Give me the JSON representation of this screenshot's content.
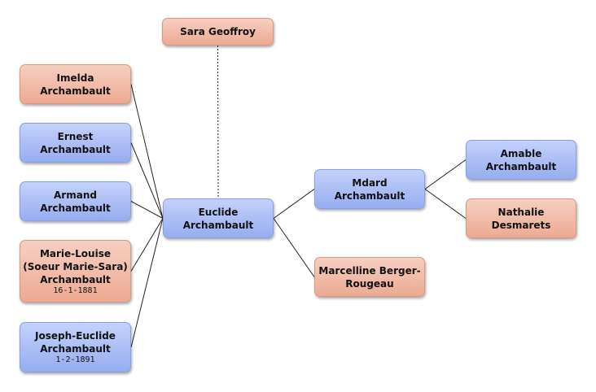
{
  "colors": {
    "female": "#ecaa92",
    "male": "#96adef",
    "line": "#222222"
  },
  "nodes": [
    {
      "id": "sara",
      "name": "Sara Geoffroy",
      "date": "",
      "gender": "female"
    },
    {
      "id": "imelda",
      "name": "Imelda\nArchambault",
      "date": "",
      "gender": "female"
    },
    {
      "id": "ernest",
      "name": "Ernest\nArchambault",
      "date": "",
      "gender": "male"
    },
    {
      "id": "armand",
      "name": "Armand\nArchambault",
      "date": "",
      "gender": "male"
    },
    {
      "id": "marie",
      "name": "Marie-Louise\n(Soeur Marie-Sara)\nArchambault",
      "date": "16-1-1881",
      "gender": "female"
    },
    {
      "id": "joseph",
      "name": "Joseph-Euclide\nArchambault",
      "date": "1-2-1891",
      "gender": "male"
    },
    {
      "id": "euclide",
      "name": "Euclide\nArchambault",
      "date": "",
      "gender": "male"
    },
    {
      "id": "mdard",
      "name": "Mdard\nArchambault",
      "date": "",
      "gender": "male"
    },
    {
      "id": "marcelline",
      "name": "Marcelline Berger-\nRougeau",
      "date": "",
      "gender": "female"
    },
    {
      "id": "amable",
      "name": "Amable\nArchambault",
      "date": "",
      "gender": "male"
    },
    {
      "id": "nathalie",
      "name": "Nathalie\nDesmarets",
      "date": "",
      "gender": "female"
    }
  ],
  "edges": [
    {
      "from": "sara",
      "to": "euclide",
      "style": "dotted"
    },
    {
      "from": "imelda",
      "to": "euclide",
      "style": "solid"
    },
    {
      "from": "ernest",
      "to": "euclide",
      "style": "solid"
    },
    {
      "from": "armand",
      "to": "euclide",
      "style": "solid"
    },
    {
      "from": "marie",
      "to": "euclide",
      "style": "solid"
    },
    {
      "from": "joseph",
      "to": "euclide",
      "style": "solid"
    },
    {
      "from": "euclide",
      "to": "mdard",
      "style": "solid"
    },
    {
      "from": "euclide",
      "to": "marcelline",
      "style": "solid"
    },
    {
      "from": "mdard",
      "to": "amable",
      "style": "solid"
    },
    {
      "from": "mdard",
      "to": "nathalie",
      "style": "solid"
    }
  ]
}
